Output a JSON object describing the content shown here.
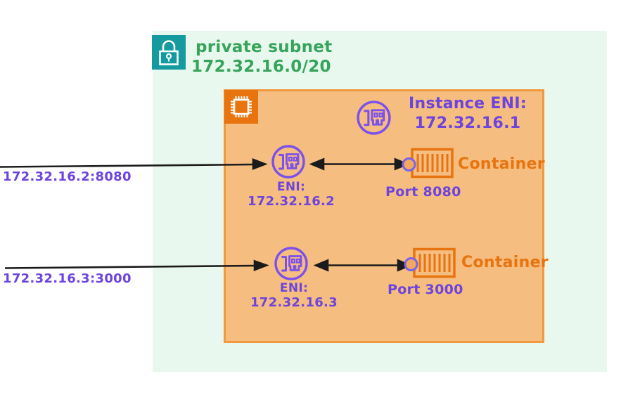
{
  "colors": {
    "subnet_fill": "#e8f8ee",
    "subnet_text_green": "#36a45a",
    "lock_teal": "#149a9f",
    "instance_fill": "#f5bd80",
    "instance_border": "#f0993d",
    "aws_orange": "#e8740f",
    "purple": "#6d44dd",
    "arrow_black": "#1b1b1b"
  },
  "subnet": {
    "label": "private subnet",
    "cidr": "172.32.16.0/20"
  },
  "instance": {
    "eni_title": "Instance ENI:",
    "eni_ip": "172.32.16.1"
  },
  "flows": [
    {
      "external_label": "172.32.16.2:8080",
      "eni_label": "ENI:",
      "eni_ip": "172.32.16.2",
      "port_label": "Port 8080",
      "container_label": "Container"
    },
    {
      "external_label": "172.32.16.3:3000",
      "eni_label": "ENI:",
      "eni_ip": "172.32.16.3",
      "port_label": "Port 3000",
      "container_label": "Container"
    }
  ]
}
